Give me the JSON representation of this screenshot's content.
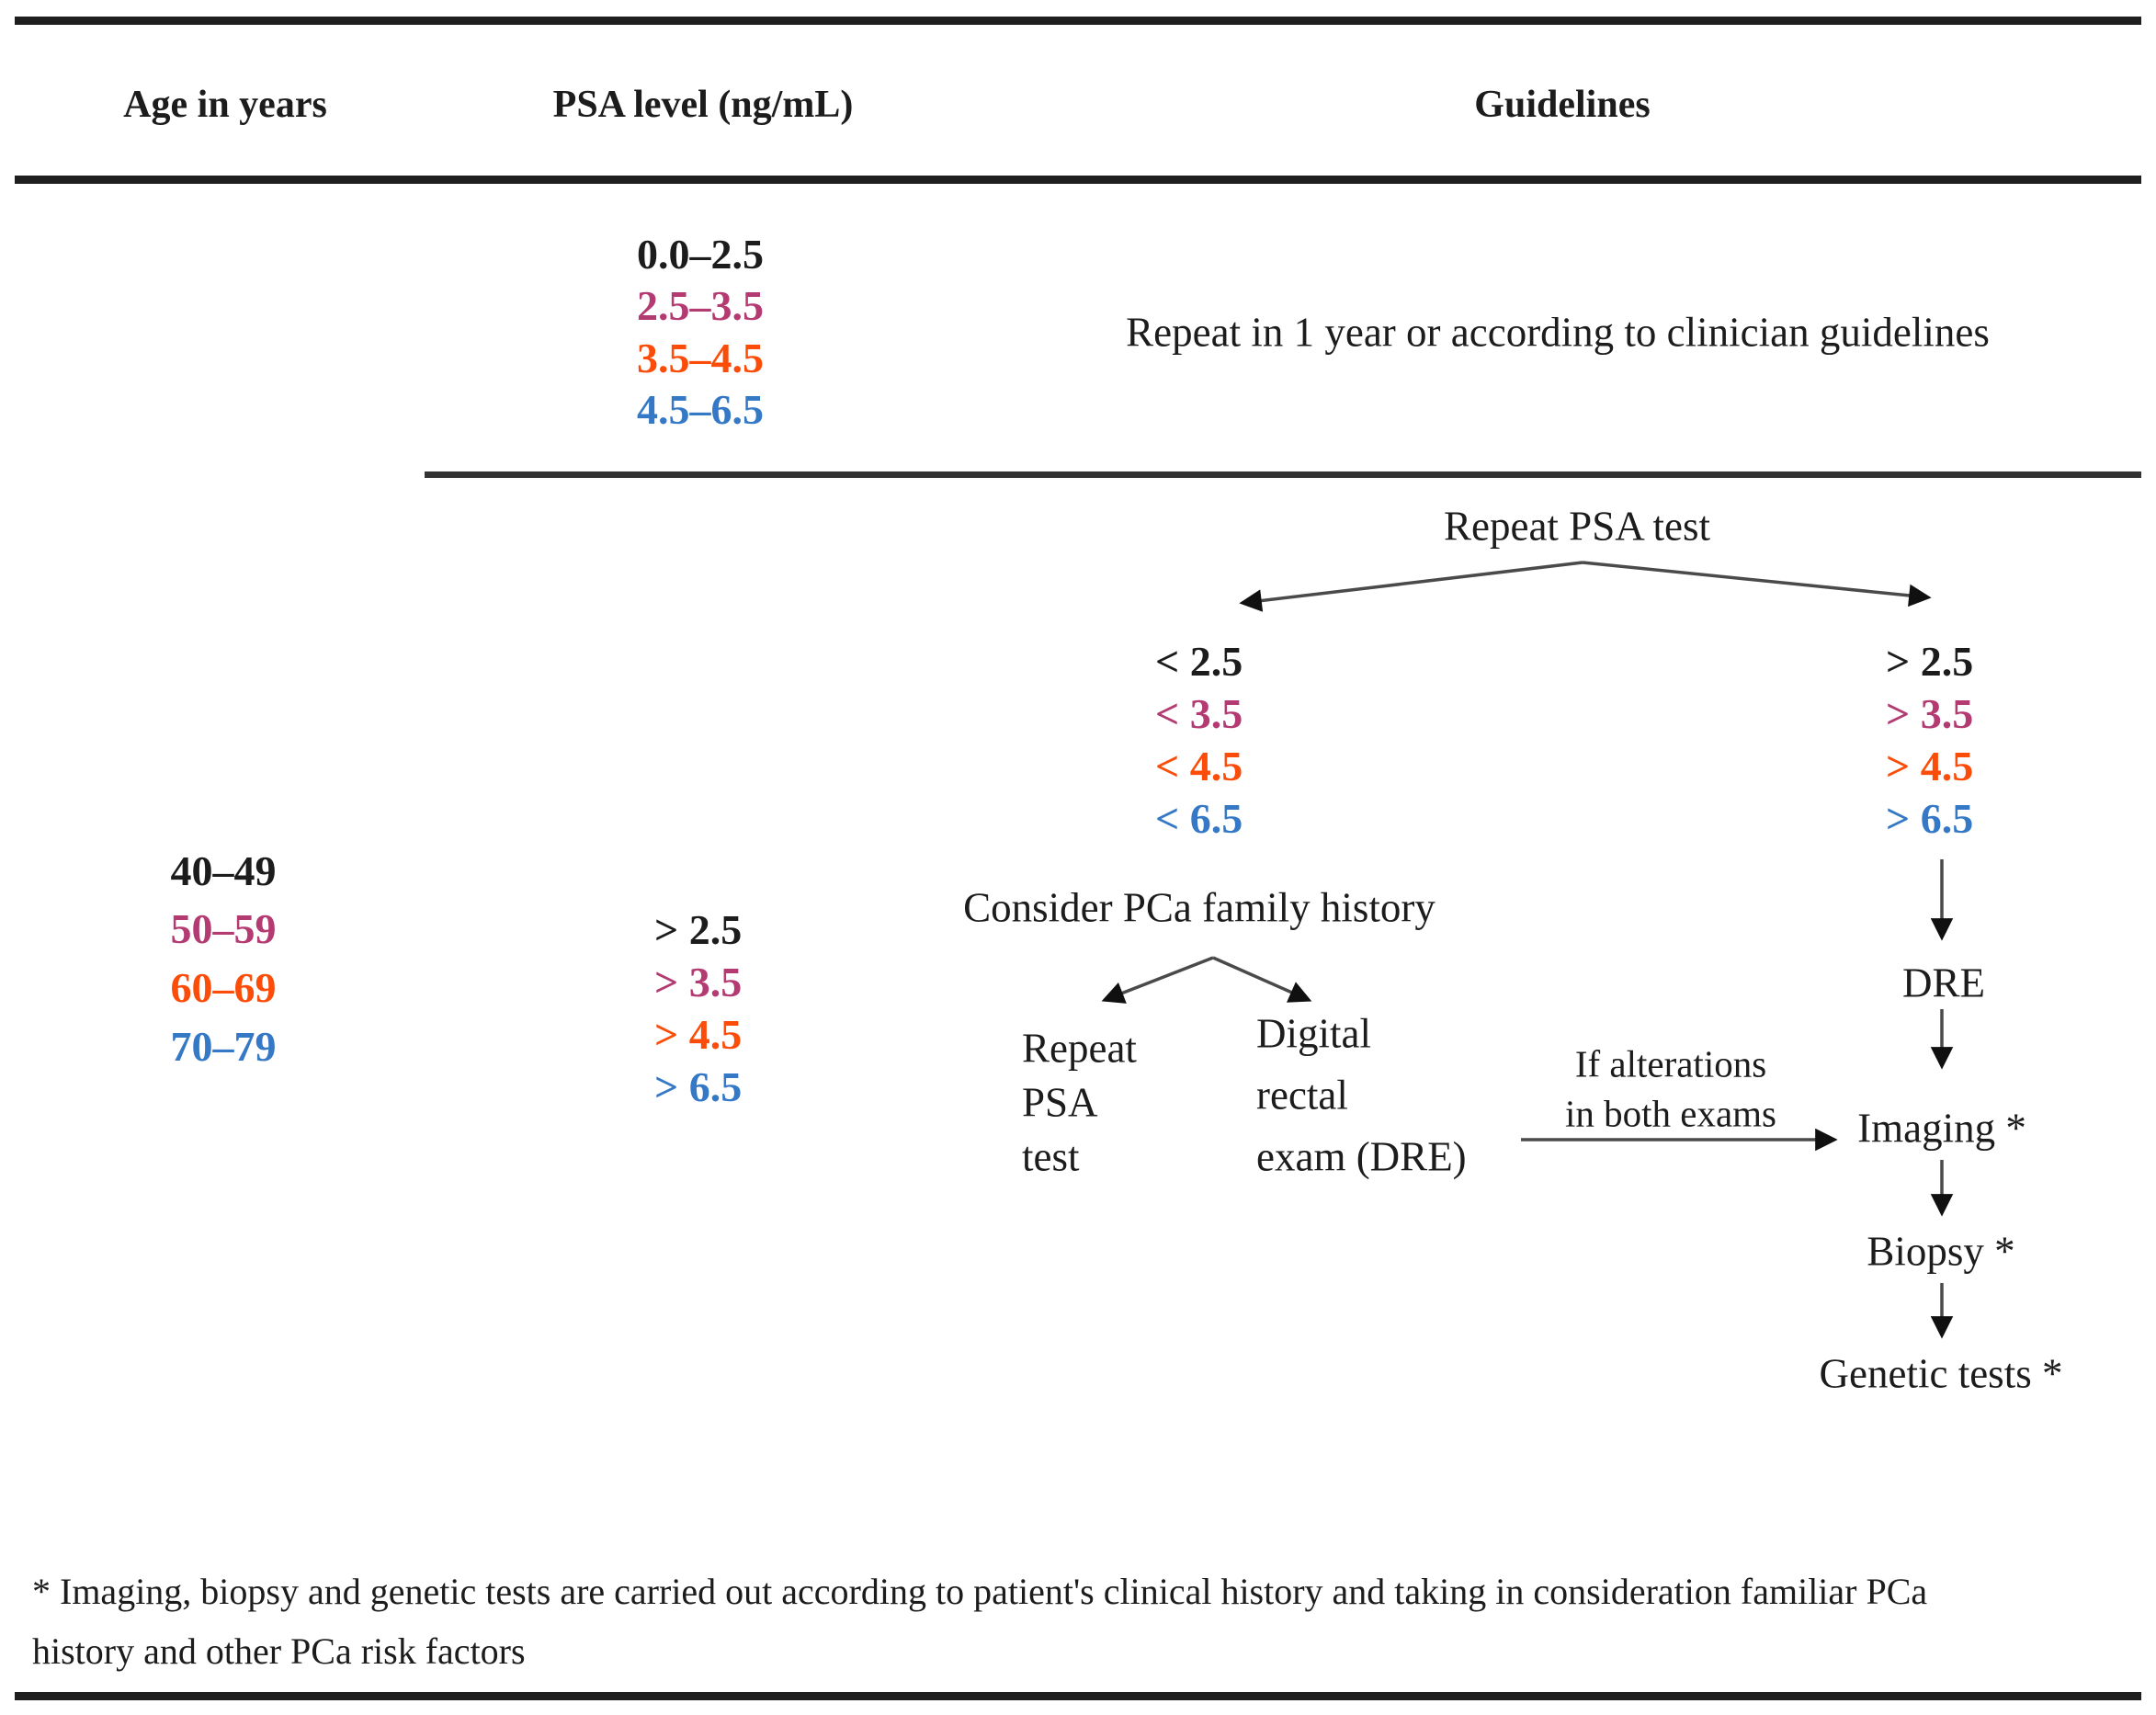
{
  "palette": {
    "black": "#1c1c1c",
    "crimson": "#b43a72",
    "orange": "#fb4d09",
    "blue": "#3579c6",
    "rule": "#1f1f1f",
    "arrow_shaft": "#4a4a4a",
    "arrow_head": "#101010"
  },
  "header": {
    "col_age": "Age in years",
    "col_psa": "PSA level (ng/mL)",
    "col_guidelines": "Guidelines"
  },
  "section1": {
    "psa_ranges": [
      {
        "text": "0.0–2.5",
        "color": "black"
      },
      {
        "text": "2.5–3.5",
        "color": "crimson"
      },
      {
        "text": "3.5–4.5",
        "color": "orange"
      },
      {
        "text": "4.5–6.5",
        "color": "blue"
      }
    ],
    "guideline": "Repeat in 1 year or according to clinician guidelines"
  },
  "section2": {
    "age_groups": [
      {
        "text": "40–49",
        "color": "black"
      },
      {
        "text": "50–59",
        "color": "crimson"
      },
      {
        "text": "60–69",
        "color": "orange"
      },
      {
        "text": "70–79",
        "color": "blue"
      }
    ],
    "psa_levels": [
      {
        "text": "> 2.5",
        "color": "black"
      },
      {
        "text": "> 3.5",
        "color": "crimson"
      },
      {
        "text": "> 4.5",
        "color": "orange"
      },
      {
        "text": "> 6.5",
        "color": "blue"
      }
    ],
    "repeat_psa_test": "Repeat PSA test",
    "lower_branch": [
      {
        "text": "< 2.5",
        "color": "black"
      },
      {
        "text": "< 3.5",
        "color": "crimson"
      },
      {
        "text": "< 4.5",
        "color": "orange"
      },
      {
        "text": "< 6.5",
        "color": "blue"
      }
    ],
    "higher_branch": [
      {
        "text": "> 2.5",
        "color": "black"
      },
      {
        "text": "> 3.5",
        "color": "crimson"
      },
      {
        "text": "> 4.5",
        "color": "orange"
      },
      {
        "text": "> 6.5",
        "color": "blue"
      }
    ],
    "consider_family_history": "Consider PCa family history",
    "repeat_block_lines": [
      "Repeat",
      "PSA",
      "test"
    ],
    "dre_block_lines": [
      "Digital",
      "rectal",
      "exam (DRE)"
    ],
    "if_alterations_lines": [
      "If alterations",
      "in both exams"
    ],
    "chain": {
      "dre": "DRE",
      "imaging": "Imaging *",
      "biopsy": "Biopsy *",
      "genetic": "Genetic tests *"
    }
  },
  "footnote": {
    "line1": "* Imaging, biopsy and genetic tests are carried out according to patient's clinical history and taking in consideration familiar PCa",
    "line2": "history and other PCa risk factors"
  }
}
